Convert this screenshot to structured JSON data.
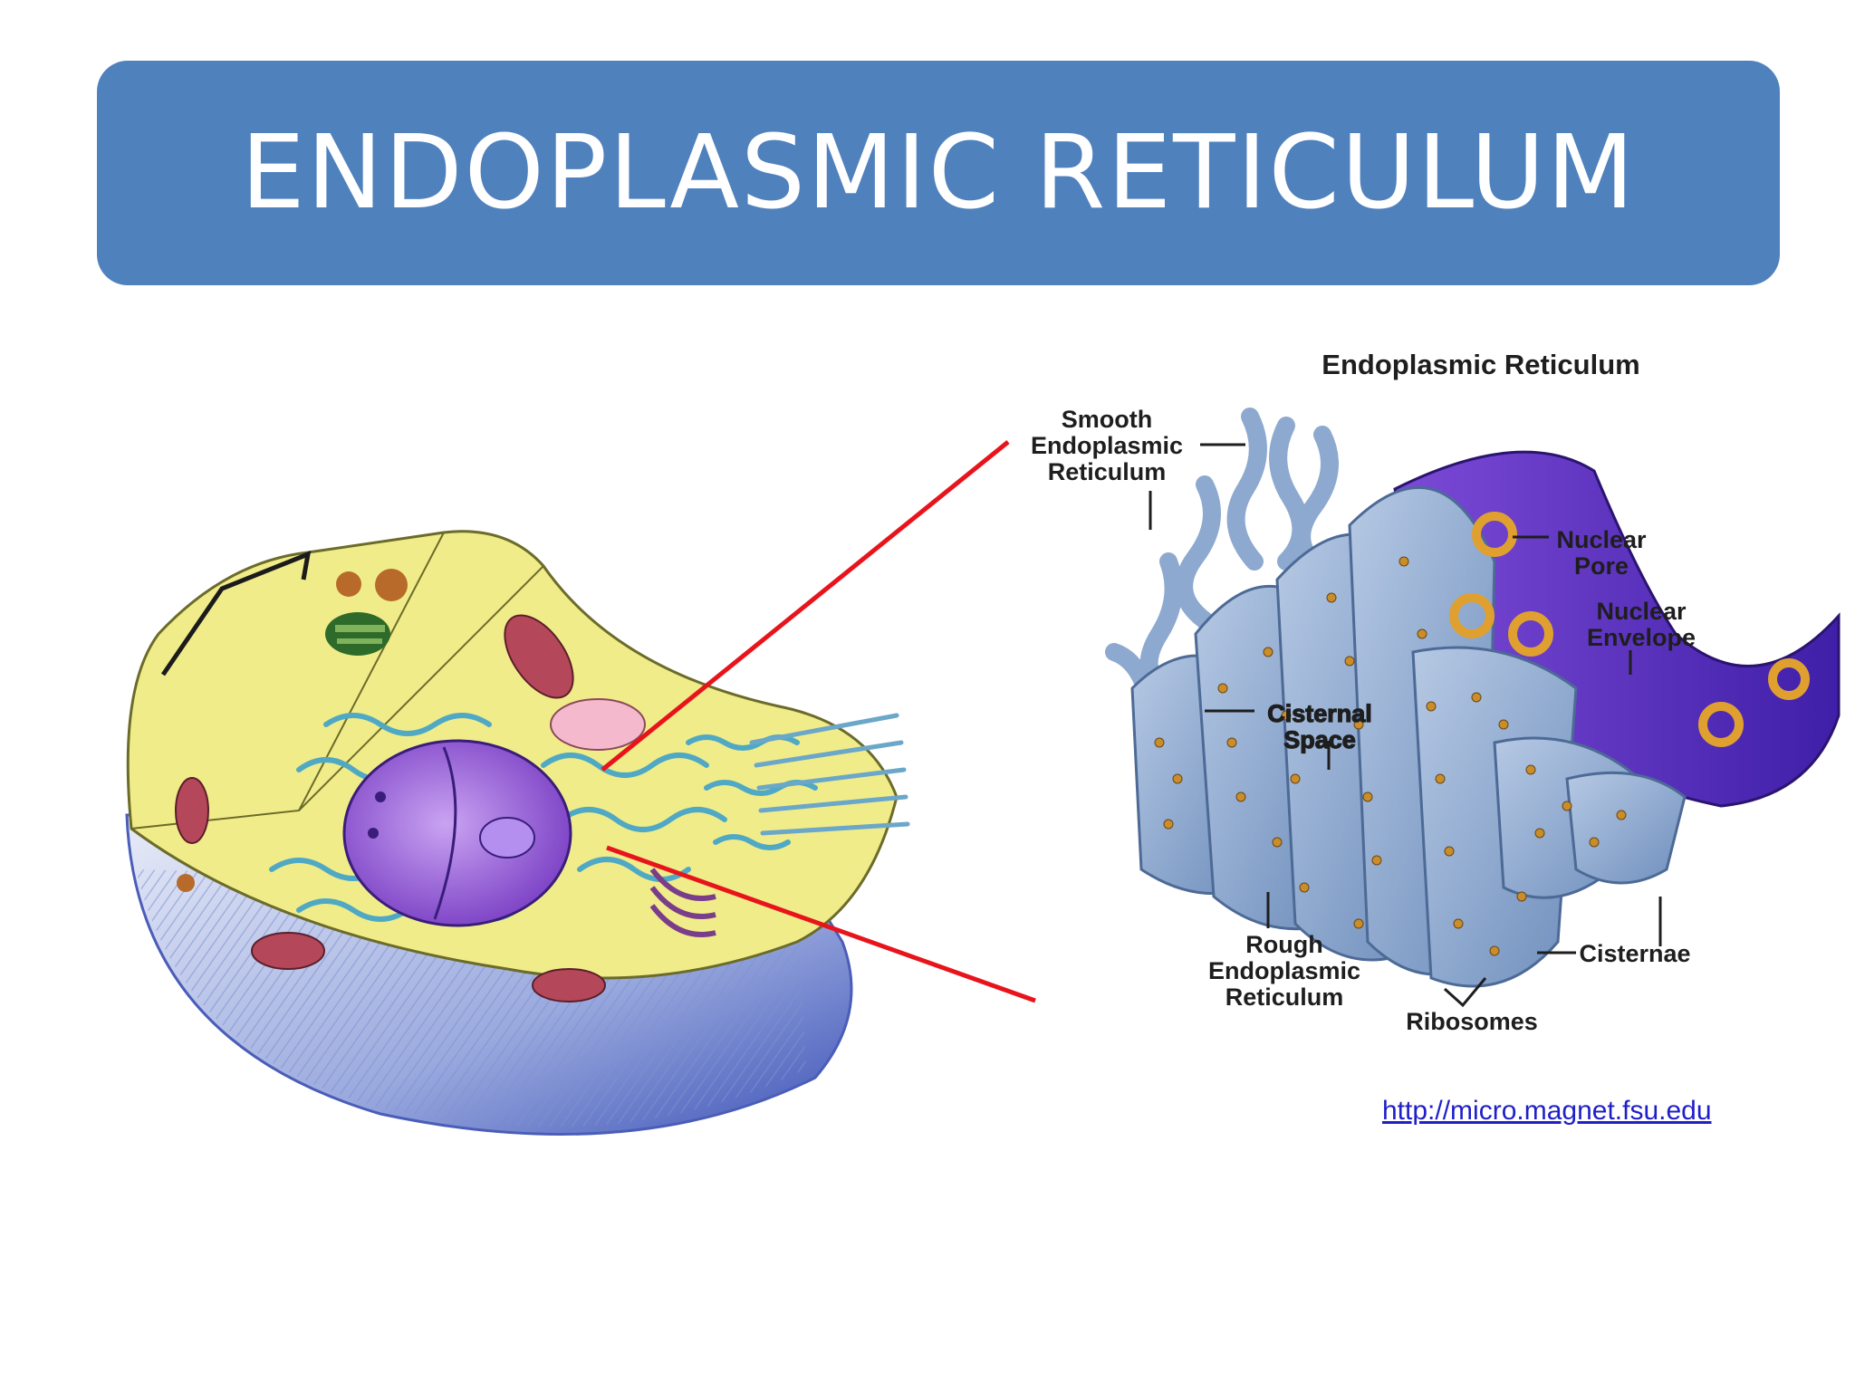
{
  "slide": {
    "title": "ENDOPLASMIC RETICULUM"
  },
  "diagram": {
    "title": "Endoplasmic Reticulum",
    "labels": {
      "smooth_er": [
        "Smooth",
        "Endoplasmic",
        "Reticulum"
      ],
      "nuclear_pore": [
        "Nuclear",
        "Pore"
      ],
      "nuclear_envelope": [
        "Nuclear",
        "Envelope"
      ],
      "cisternal_space": [
        "Cisternal",
        "Space"
      ],
      "rough_er": [
        "Rough",
        "Endoplasmic",
        "Reticulum"
      ],
      "cisternae": [
        "Cisternae"
      ],
      "ribosomes": [
        "Ribosomes"
      ]
    }
  },
  "source_link": {
    "text": "http://micro.magnet.fsu.edu"
  },
  "colors": {
    "banner": "#4f81bd",
    "zoom_lines": "#e8141c",
    "er_membrane": "#8ea9cf",
    "nucleus": "#6a3fc0",
    "ribosome": "#c98d2a",
    "cytoplasm": "#f1ec8a"
  }
}
